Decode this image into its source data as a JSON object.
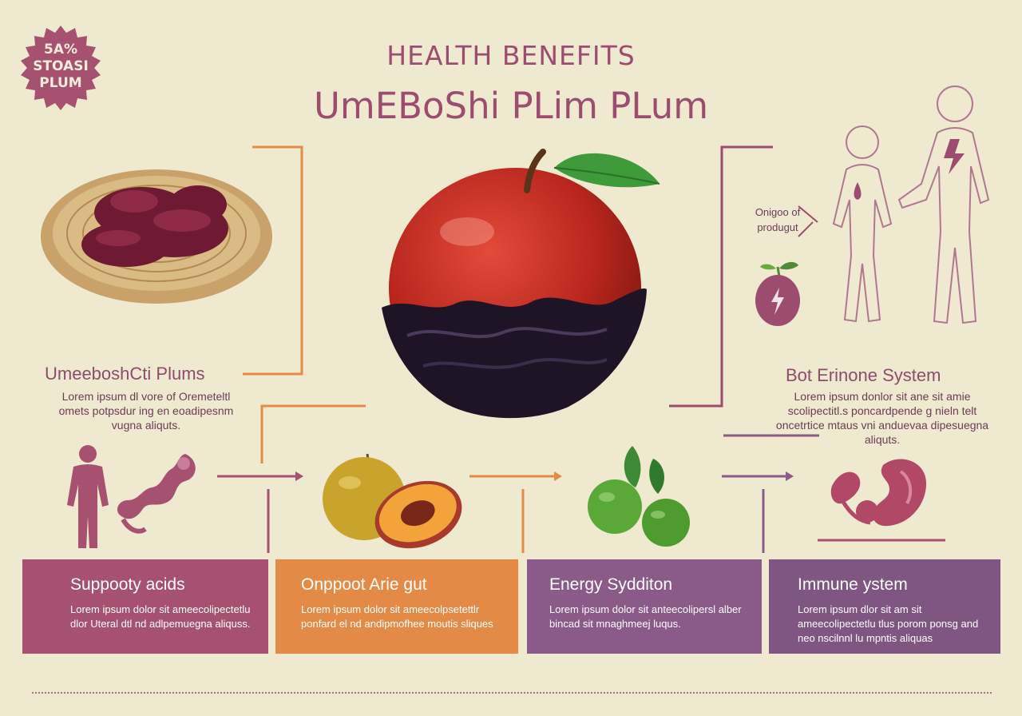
{
  "badge": {
    "line1": "5A%",
    "line2": "STOASI",
    "line3": "PLUM"
  },
  "title": {
    "line1": "HEALTH BENEFITS",
    "line2": "UmEBoShi PLim PLum"
  },
  "left_section": {
    "heading": "UmeeboshCti Plums",
    "body": "Lorem ipsum dl vore of  Oremeteltl omets potpsdur ing  en eoadipesnm vugna aliquts."
  },
  "right_section": {
    "heading": "Bot Erinone System",
    "body": "Lorem ipsum donlor sit ane sit amie scolipectitl.s poncardpende  g nieln telt oncetrtice mtaus vni anduevaa dipesuegna aliquts."
  },
  "callout": {
    "line1": "Onigoo of",
    "line2": "produgut"
  },
  "cards": [
    {
      "title": "Suppooty acids",
      "body": "Lorem ipsum dolor sit ameecolipectetlu dlor Uteral dtl nd adlpemuegna aliquss."
    },
    {
      "title": "Onppoot Arie gut",
      "body": "Lorem ipsum dolor sit ameecolpsetettlr ponfard el nd andipmofhee moutis sliques"
    },
    {
      "title": "Energy Sydditon",
      "body": "Lorem ipsum dolor sit anteecolipersl alber bincad sit mnaghmeej luqus."
    },
    {
      "title": "Immune ystem",
      "body": "Lorem ipsum dlor sit am sit ameecolipectetlu tlus  porom ponsg and neo nscilnnl lu  mpntis aliquas"
    }
  ],
  "colors": {
    "background": "#efe9cf",
    "plum": "#9c4d6f",
    "orange": "#e38a47",
    "purple": "#8a5b88"
  },
  "icons": [
    "plum-basket-image",
    "red-plum-image",
    "human-figures-icon",
    "person-icon",
    "intestine-icon",
    "apricot-image",
    "green-plums-image",
    "organ-icon"
  ]
}
